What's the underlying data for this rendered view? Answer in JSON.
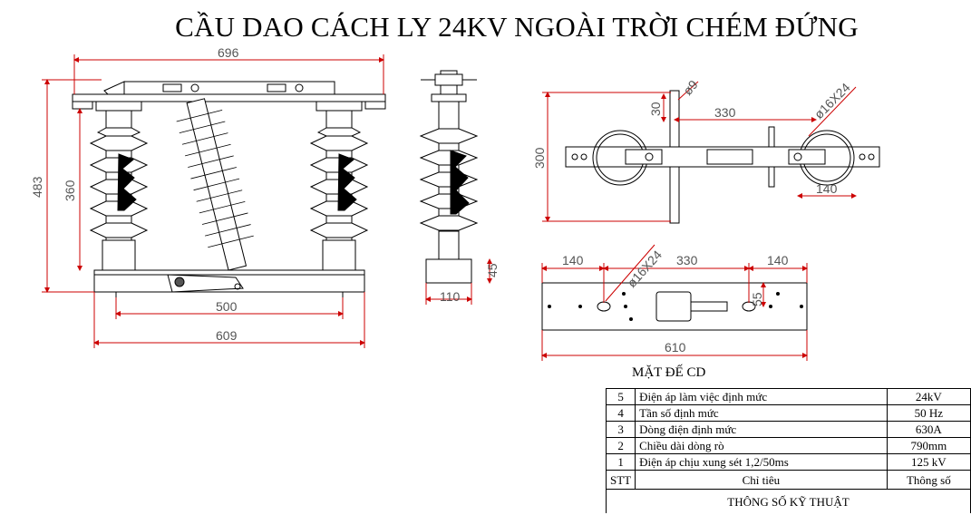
{
  "title": "CẦU DAO CÁCH LY 24KV NGOÀI TRỜI CHÉM ĐỨNG",
  "front_view": {
    "dim_width_top": "696",
    "dim_height_total": "483",
    "dim_height_insulator": "360",
    "dim_mount": "500",
    "dim_base": "609"
  },
  "side_view": {
    "dim_base_height": "45",
    "dim_base_width": "110"
  },
  "top_view": {
    "dim_height": "300",
    "dim_30": "30",
    "dim_hole_small": "ø9",
    "dim_span": "330",
    "dim_slot": "ø16X24",
    "dim_140": "140"
  },
  "base_view": {
    "label": "MẶT ĐẾ CD",
    "dim_left": "140",
    "dim_mid": "330",
    "dim_right": "140",
    "dim_slot": "ø16X24",
    "dim_55": "55",
    "dim_total": "610"
  },
  "spec_table": {
    "caption": "THÔNG SỐ KỸ THUẬT",
    "header": {
      "stt": "STT",
      "name": "Chỉ tiêu",
      "value": "Thông số"
    },
    "rows": [
      {
        "stt": "5",
        "name": "Điện áp làm việc định mức",
        "value": "24kV"
      },
      {
        "stt": "4",
        "name": "Tần số định mức",
        "value": "50 Hz"
      },
      {
        "stt": "3",
        "name": "Dòng điện định mức",
        "value": "630A"
      },
      {
        "stt": "2",
        "name": "Chiều dài dòng rò",
        "value": "790mm"
      },
      {
        "stt": "1",
        "name": "Điện áp chịu xung sét 1,2/50ms",
        "value": "125 kV"
      }
    ]
  },
  "colors": {
    "line": "#000000",
    "dimension": "#cc0000",
    "dim_text": "#555555",
    "shade": "#e8e8e8"
  }
}
